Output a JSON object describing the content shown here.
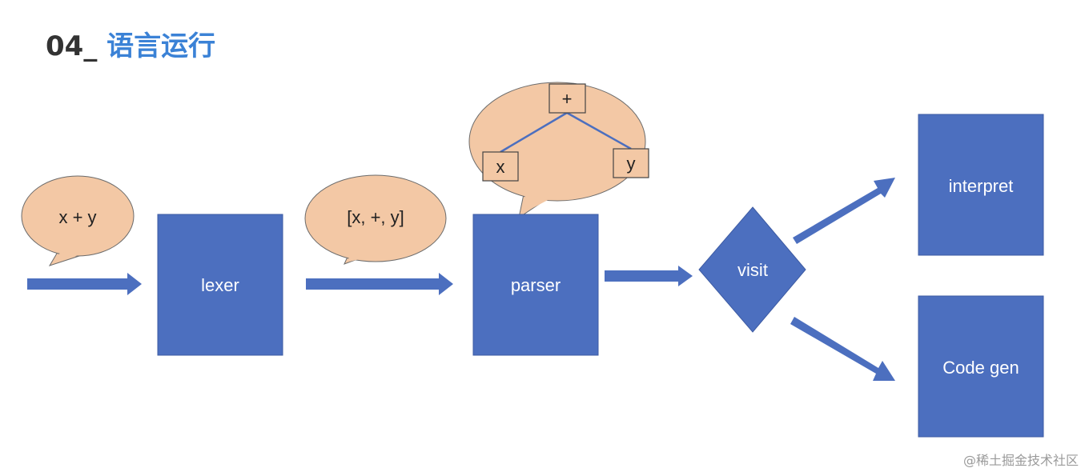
{
  "header": {
    "number": "04_",
    "title": "语言运行"
  },
  "diagram": {
    "input_bubble": "x + y",
    "lexer": "lexer",
    "tokens_bubble": "[x, +, y]",
    "parser": "parser",
    "tree": {
      "root": "+",
      "left": "x",
      "right": "y"
    },
    "visit": "visit",
    "interpret": "interpret",
    "codegen": "Code gen"
  },
  "watermark": "@稀土掘金技术社区",
  "colors": {
    "box": "#4c6fbf",
    "box_border": "#3d5ba3",
    "bubble": "#f3c8a5",
    "bubble_border": "#6b6b6b",
    "tree_line": "#4c6fbf",
    "title_accent": "#3b82d6"
  }
}
